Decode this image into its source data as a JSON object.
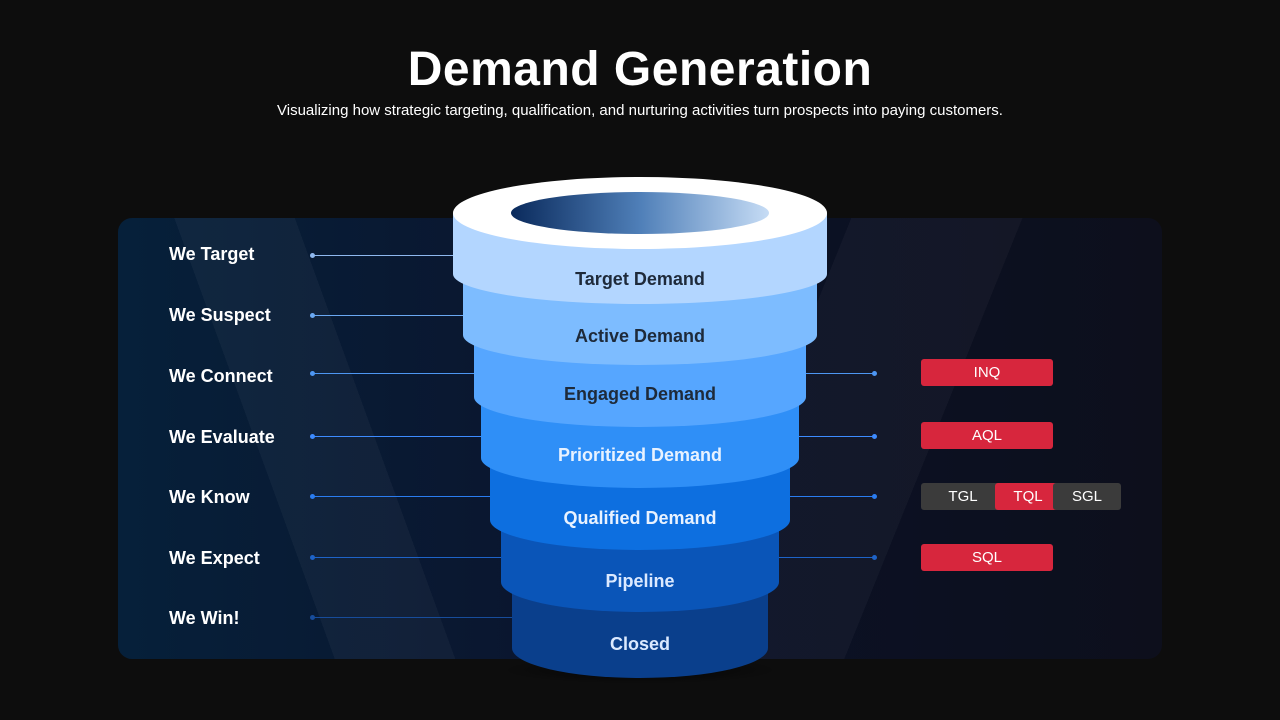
{
  "header": {
    "title": "Demand Generation",
    "subtitle": "Visualizing how strategic targeting, qualification, and nurturing activities turn prospects into paying customers."
  },
  "stages": [
    {
      "label": "We Target",
      "demand": "Target Demand",
      "band_color": "#b3d6ff",
      "text_color": "#1e2a3a"
    },
    {
      "label": "We Suspect",
      "demand": "Active Demand",
      "band_color": "#7dbcff",
      "text_color": "#1e2a3a"
    },
    {
      "label": "We Connect",
      "demand": "Engaged Demand",
      "band_color": "#56a6ff",
      "text_color": "#1e2a3a"
    },
    {
      "label": "We Evaluate",
      "demand": "Prioritized Demand",
      "band_color": "#2f8ff7",
      "text_color": "#e8f2ff"
    },
    {
      "label": "We Know",
      "demand": "Qualified Demand",
      "band_color": "#0d6fe0",
      "text_color": "#e8f2ff"
    },
    {
      "label": "We Expect",
      "demand": "Pipeline",
      "band_color": "#0a55b8",
      "text_color": "#dbe9ff"
    },
    {
      "label": "We Win!",
      "demand": "Closed",
      "band_color": "#0a3f8c",
      "text_color": "#dbe9ff"
    }
  ],
  "tags": {
    "inq": "INQ",
    "aql": "AQL",
    "tgl": "TGL",
    "tql": "TQL",
    "sgl": "SGL",
    "sql": "SQL"
  },
  "colors": {
    "accent_red": "#d7263d",
    "tag_gray": "#3b3b3b",
    "leader_line": "#3d8bff",
    "background": "#0d0d0d"
  }
}
